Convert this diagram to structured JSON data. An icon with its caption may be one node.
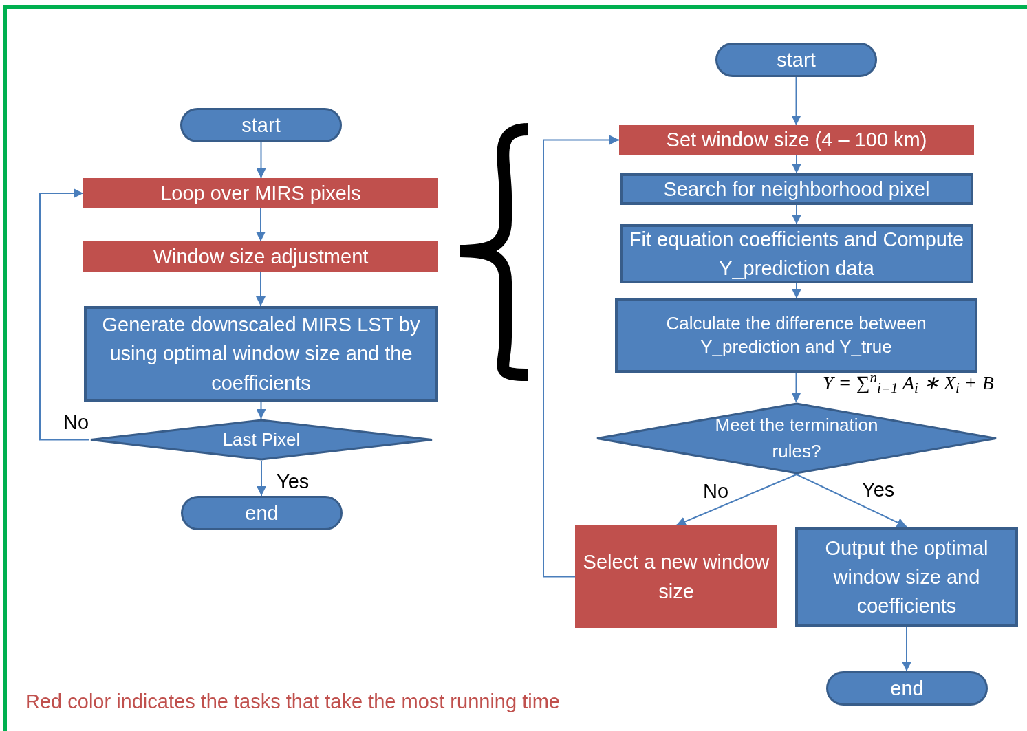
{
  "diagram": {
    "nodes": [
      {
        "text": [
          "start"
        ]
      },
      {
        "text": [
          "Loop over MIRS pixels"
        ]
      },
      {
        "text": [
          "Window size adjustment"
        ]
      },
      {
        "text": [
          "Generate downscaled MIRS LST by using optimal window size and the coefficients"
        ]
      },
      {
        "text": [
          "Last Pixel"
        ]
      },
      {
        "text": [
          "end"
        ]
      },
      {
        "text": [
          "start"
        ]
      },
      {
        "text": [
          "Set window size (4 – 100 km)"
        ]
      },
      {
        "text": [
          "Search for neighborhood pixel"
        ]
      },
      {
        "text": [
          "Fit equation coefficients and Compute Y_prediction data"
        ]
      },
      {
        "text": [
          "Calculate the difference between Y_prediction and Y_true"
        ]
      },
      {
        "text": [
          "Meet the termination rules?"
        ]
      },
      {
        "text": [
          "Select a new window size"
        ]
      },
      {
        "text": [
          "Output the optimal window size and coefficients"
        ]
      },
      {
        "text": [
          "end"
        ]
      }
    ],
    "edges": [
      {
        "from": 0,
        "to": 1,
        "arrow": "to"
      },
      {
        "from": 1,
        "to": 2,
        "arrow": "to"
      },
      {
        "from": 2,
        "to": 3,
        "arrow": "to"
      },
      {
        "from": 3,
        "to": 4,
        "arrow": "to"
      },
      {
        "from": 4,
        "to": 1,
        "arrow": "to",
        "label": "No"
      },
      {
        "from": 4,
        "to": 5,
        "arrow": "to",
        "label": "Yes"
      },
      {
        "from": 6,
        "to": 7,
        "arrow": "to"
      },
      {
        "from": 7,
        "to": 8,
        "arrow": "to"
      },
      {
        "from": 8,
        "to": 9,
        "arrow": "to"
      },
      {
        "from": 9,
        "to": 10,
        "arrow": "to"
      },
      {
        "from": 10,
        "to": 11,
        "arrow": "to"
      },
      {
        "from": 11,
        "to": 12,
        "arrow": "to",
        "label": "No"
      },
      {
        "from": 11,
        "to": 13,
        "arrow": "to",
        "label": "Yes"
      },
      {
        "from": 12,
        "to": 7,
        "arrow": "to"
      },
      {
        "from": 13,
        "to": 14,
        "arrow": "to"
      }
    ],
    "labels": [
      "Y = ∑$^{n}$$_{i=1}$ A$_{i}$ ∗ X$_{i}$ + B",
      "Red color indicates the tasks that take the most running time"
    ]
  }
}
